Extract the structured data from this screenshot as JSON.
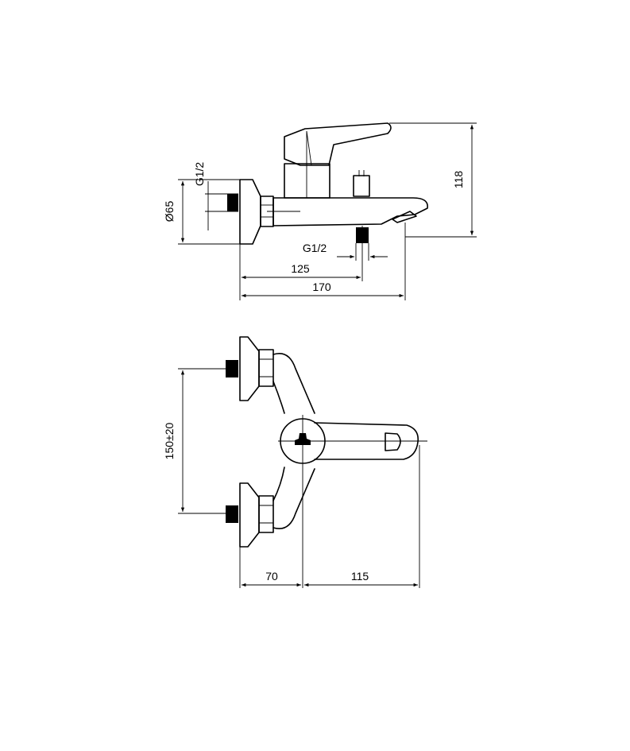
{
  "side_view": {
    "inlet_thread": "G1/2",
    "diameter": "Ø65",
    "outlet_thread": "G1/2",
    "dim_125": "125",
    "dim_170": "170",
    "height_118": "118"
  },
  "top_view": {
    "spacing": "150±20",
    "dim_70": "70",
    "dim_115": "115"
  }
}
